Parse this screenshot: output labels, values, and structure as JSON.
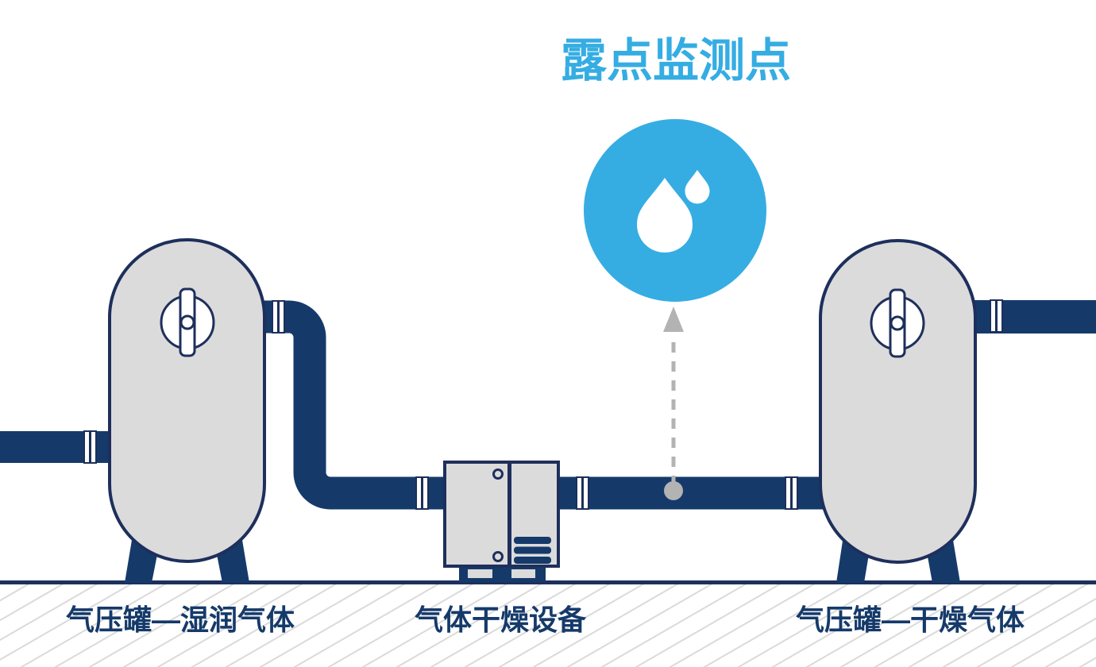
{
  "title": "露点监测点",
  "labels": {
    "wet_tank": "气压罐—湿润气体",
    "dryer": "气体干燥设备",
    "dry_tank": "气压罐—干燥气体"
  },
  "icons": {
    "dewpoint_marker": "water-drops-icon"
  },
  "colors": {
    "navy": "#153A6A",
    "outline_navy": "#1E2F5C",
    "accent_blue": "#35ADE3",
    "equipment_gray": "#DBDBDB",
    "marker_gray": "#B3B3B3",
    "hatch_gray": "#DADADA",
    "white": "#FFFFFF"
  }
}
